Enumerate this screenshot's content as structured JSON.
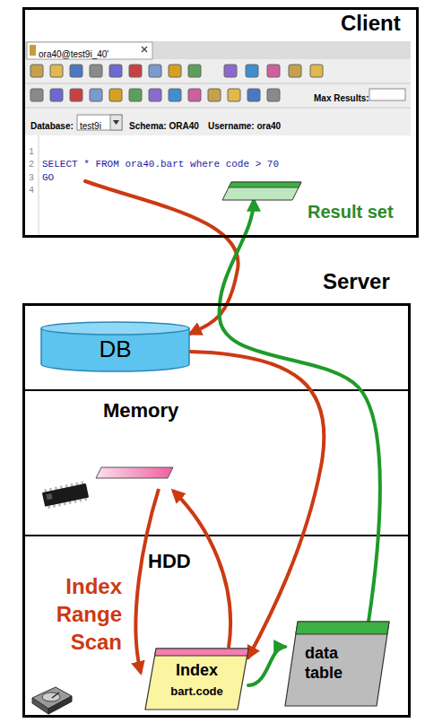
{
  "diagram": {
    "nodes": [
      {
        "text": [
          "Client"
        ]
      },
      {
        "text": [
          "SELECT * FROM ora40.bart where code > 70",
          "GO"
        ],
        "in": 0
      },
      {
        "text": [
          "Result set"
        ],
        "in": 0
      },
      {
        "text": [
          "Server"
        ]
      },
      {
        "text": [
          "DB"
        ],
        "in": 3
      },
      {
        "text": [
          "Memory"
        ],
        "in": 3
      },
      {
        "text": [
          "HDD"
        ],
        "in": 3
      },
      {
        "text": [
          "Index",
          "bart.code"
        ],
        "in": 6
      },
      {
        "text": [
          "data table"
        ],
        "in": 6
      }
    ],
    "edges": [
      {
        "from": 1,
        "to": 4,
        "arrow": "to"
      },
      {
        "from": 4,
        "to": 7,
        "arrow": "to"
      },
      {
        "from": 7,
        "to": 8,
        "arrow": "to"
      },
      {
        "from": 8,
        "to": 2,
        "arrow": "to"
      }
    ],
    "labels": [
      "ora40@test9i_40'",
      "Max Results:",
      "Database:",
      "test9i",
      "Schema: ORA40",
      "Username: ora40",
      "1",
      "2",
      "3",
      "4",
      "Index Range Scan"
    ]
  }
}
